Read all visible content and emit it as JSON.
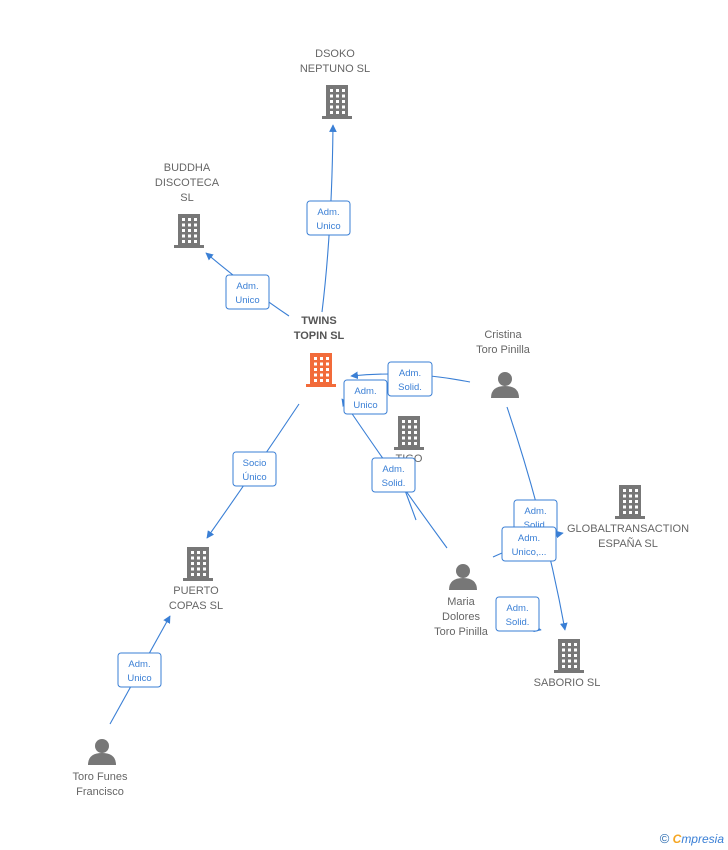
{
  "colors": {
    "edge": "#3a7fd5",
    "building": "#777777",
    "building_focus": "#f26b3a",
    "person": "#777777"
  },
  "nodes": [
    {
      "id": "twins",
      "kind": "company",
      "focus": true,
      "lines": [
        "TWINS",
        "TOPIN SL"
      ]
    },
    {
      "id": "dsoko",
      "kind": "company",
      "lines": [
        "DSOKO",
        "NEPTUNO SL"
      ]
    },
    {
      "id": "buddha",
      "kind": "company",
      "lines": [
        "BUDDHA",
        "DISCOTECA",
        "SL"
      ]
    },
    {
      "id": "tigo",
      "kind": "company",
      "lines": [
        "TIGO",
        "SL"
      ]
    },
    {
      "id": "global",
      "kind": "company",
      "lines": [
        "GLOBALTRANSACTION",
        "ESPAÑA SL"
      ]
    },
    {
      "id": "saborio",
      "kind": "company",
      "lines": [
        "SABORIO SL"
      ]
    },
    {
      "id": "puerto",
      "kind": "company",
      "lines": [
        "PUERTO",
        "COPAS SL"
      ]
    },
    {
      "id": "cristina",
      "kind": "person",
      "lines": [
        "Cristina",
        "Toro Pinilla"
      ]
    },
    {
      "id": "maria",
      "kind": "person",
      "lines": [
        "Maria",
        "Dolores",
        "Toro Pinilla"
      ]
    },
    {
      "id": "toro",
      "kind": "person",
      "lines": [
        "Toro Funes",
        "Francisco"
      ]
    }
  ],
  "edges": [
    {
      "id": "e-twins-dsoko",
      "lines": [
        "Adm.",
        "Unico"
      ]
    },
    {
      "id": "e-twins-buddha",
      "lines": [
        "Adm.",
        "Unico"
      ]
    },
    {
      "id": "e-twins-puerto",
      "lines": [
        "Socio",
        "Único"
      ]
    },
    {
      "id": "e-cristina-twins",
      "lines": [
        "Adm.",
        "Solid."
      ]
    },
    {
      "id": "e-maria-twins",
      "lines": [
        "Adm.",
        "Unico"
      ]
    },
    {
      "id": "e-maria-tigo",
      "lines": [
        "Adm.",
        "Solid."
      ]
    },
    {
      "id": "e-cristina-saborio",
      "lines": [
        "Adm.",
        "Solid."
      ]
    },
    {
      "id": "e-maria-global",
      "lines": [
        "Adm.",
        "Unico,..."
      ]
    },
    {
      "id": "e-maria-saborio",
      "lines": [
        "Adm.",
        "Solid."
      ]
    },
    {
      "id": "e-toro-puerto",
      "lines": [
        "Adm.",
        "Unico"
      ]
    }
  ],
  "footer": {
    "copyright": "©",
    "brand_first": "C",
    "brand_rest": "mpresia"
  }
}
